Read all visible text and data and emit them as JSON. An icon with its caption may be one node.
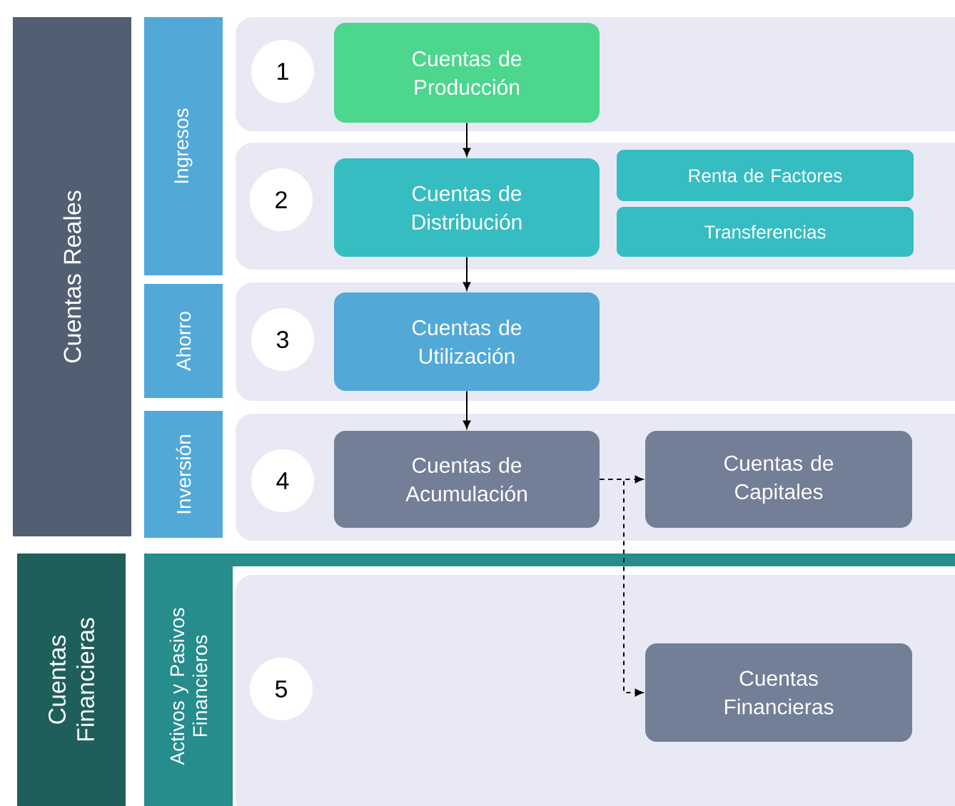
{
  "diagram": {
    "nodes": [
      {
        "text": [
          "Cuentas Reales"
        ]
      },
      {
        "text": [
          "Ingresos"
        ]
      },
      {
        "text": [
          "Ahorro"
        ]
      },
      {
        "text": [
          "Inversión"
        ]
      },
      {
        "text": [
          "Cuentas Financieras"
        ]
      },
      {
        "text": [
          "Activos y Pasivos Financieros"
        ]
      },
      {
        "text": [
          "1"
        ]
      },
      {
        "text": [
          "Cuentas de Producción"
        ]
      },
      {
        "text": [
          "2"
        ]
      },
      {
        "text": [
          "Cuentas de Distribución"
        ]
      },
      {
        "text": [
          "Renta de Factores"
        ]
      },
      {
        "text": [
          "Transferencias"
        ]
      },
      {
        "text": [
          "3"
        ]
      },
      {
        "text": [
          "Cuentas de Utilización"
        ]
      },
      {
        "text": [
          "4"
        ]
      },
      {
        "text": [
          "Cuentas de Acumulación"
        ]
      },
      {
        "text": [
          "Cuentas de Capitales"
        ]
      },
      {
        "text": [
          "5"
        ]
      },
      {
        "text": [
          "Cuentas Financieras"
        ]
      }
    ],
    "edges": [
      {
        "from": 7,
        "to": 9,
        "arrow": "to"
      },
      {
        "from": 9,
        "to": 13,
        "arrow": "to"
      },
      {
        "from": 13,
        "to": 15,
        "arrow": "to"
      },
      {
        "from": 15,
        "to": 16,
        "arrow": "to",
        "style": "dashed"
      },
      {
        "from": 15,
        "to": 18,
        "arrow": "to",
        "style": "dashed"
      }
    ]
  }
}
